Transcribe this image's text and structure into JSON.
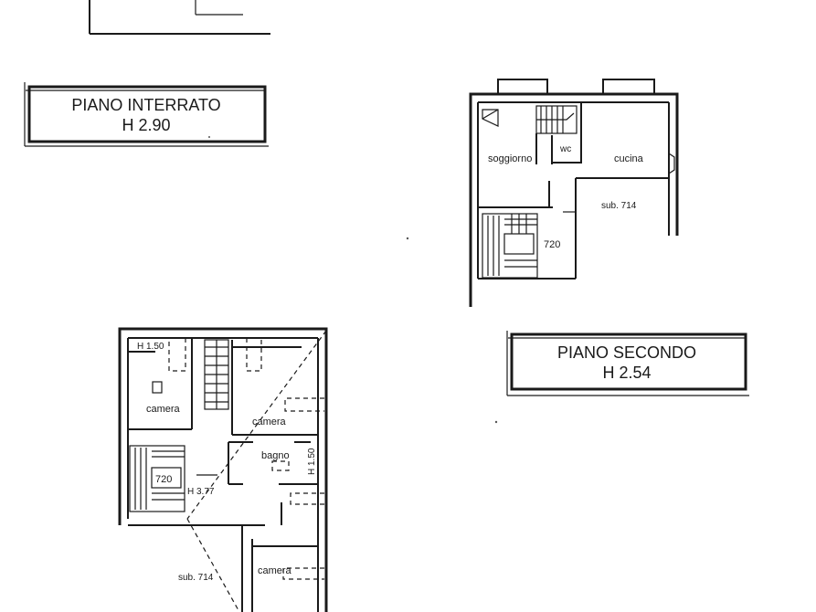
{
  "titles": {
    "basement": {
      "name": "PIANO INTERRATO",
      "height": "H 2.90"
    },
    "second": {
      "name": "PIANO SECONDO",
      "height": "H 2.54"
    }
  },
  "second_floor_rooms": {
    "soggiorno": "soggiorno",
    "wc": "wc",
    "cucina": "cucina",
    "sub714": "sub. 714",
    "stair720": "720"
  },
  "lower_plan_rooms": {
    "h150_top": "H 1.50",
    "camera_left": "camera",
    "camera_right": "camera",
    "bagno": "bagno",
    "h150_side": "H 1.50",
    "stair720": "720",
    "h377": "H 3.77",
    "sub714": "sub. 714",
    "camera_bottom": "camera"
  }
}
